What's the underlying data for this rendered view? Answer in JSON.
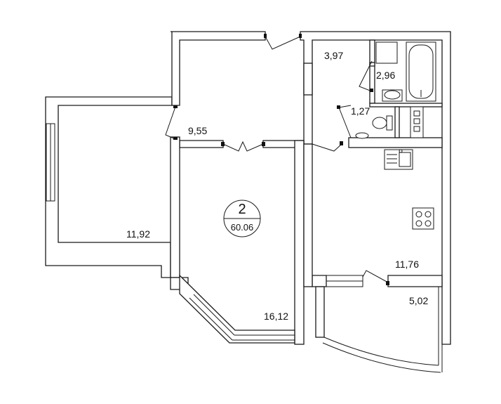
{
  "plan": {
    "badge": {
      "number": "2",
      "total_area": "60.06"
    },
    "rooms": [
      {
        "id": "loggia-left",
        "area": "11,92"
      },
      {
        "id": "corridor",
        "area": "9,55"
      },
      {
        "id": "living-room",
        "area": "16,12"
      },
      {
        "id": "hall",
        "area": "3,97"
      },
      {
        "id": "bathroom",
        "area": "2,96"
      },
      {
        "id": "toilet",
        "area": "1,27"
      },
      {
        "id": "kitchen",
        "area": "11,76"
      },
      {
        "id": "balcony",
        "area": "5,02"
      }
    ]
  }
}
